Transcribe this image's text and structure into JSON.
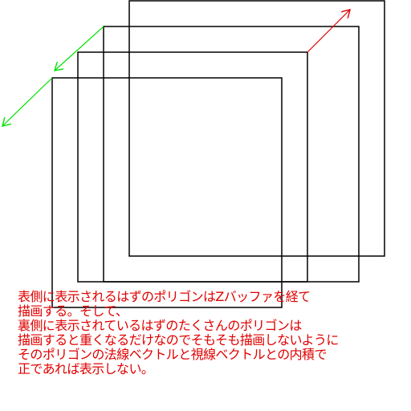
{
  "diagram": {
    "squares": [
      {
        "name": "square-back"
      },
      {
        "name": "square-second"
      },
      {
        "name": "square-third"
      },
      {
        "name": "square-front"
      }
    ],
    "arrows": [
      {
        "name": "view-vector-arrow",
        "color": "#00e000"
      },
      {
        "name": "normal-vector-arrow",
        "color": "#00e000"
      },
      {
        "name": "depth-direction-arrow",
        "color": "#e00000"
      }
    ],
    "line_color": "#000000",
    "text_color": "#e00000"
  },
  "explanation": {
    "lines": [
      "表側に表示されるはずのポリゴンはZバッファを経て",
      "描画する。そして、",
      "裏側に表示されているはずのたくさんのポリゴンは",
      "描画すると重くなるだけなのでそもそも描画しないように",
      "そのポリゴンの法線ベクトルと視線ベクトルとの内積で",
      "正であれば表示しない。"
    ]
  }
}
